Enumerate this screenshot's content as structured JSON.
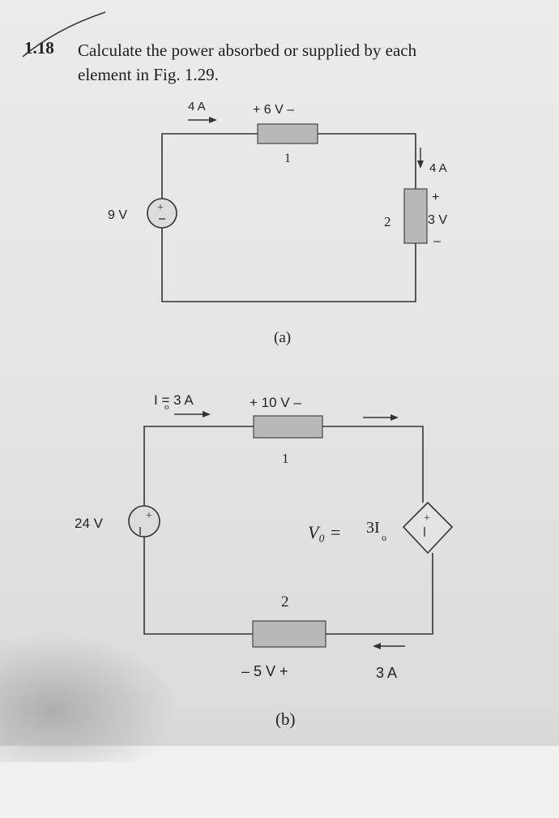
{
  "problem": {
    "number": "1.18",
    "text_line1": "Calculate the power absorbed or supplied by each",
    "text_line2": "element in Fig. 1.29."
  },
  "circuit_a": {
    "current_top": "4 A",
    "voltage_top": "+ 6 V –",
    "element1_label": "1",
    "element2_label": "2",
    "current_right": "4 A",
    "voltage_right_plus": "+",
    "voltage_right": "3 V",
    "voltage_right_minus": "–",
    "source_label": "9 V",
    "caption": "(a)"
  },
  "circuit_b": {
    "current_top": "I = 3 A",
    "voltage_top": "+ 10 V –",
    "element1_label": "1",
    "element2_label": "2",
    "dependent_source_label": "3I",
    "source_label": "24 V",
    "voltage_bottom": "– 5 V +",
    "current_bottom": "3 A",
    "handwritten_note": "V₀ =",
    "caption": "(b)"
  }
}
